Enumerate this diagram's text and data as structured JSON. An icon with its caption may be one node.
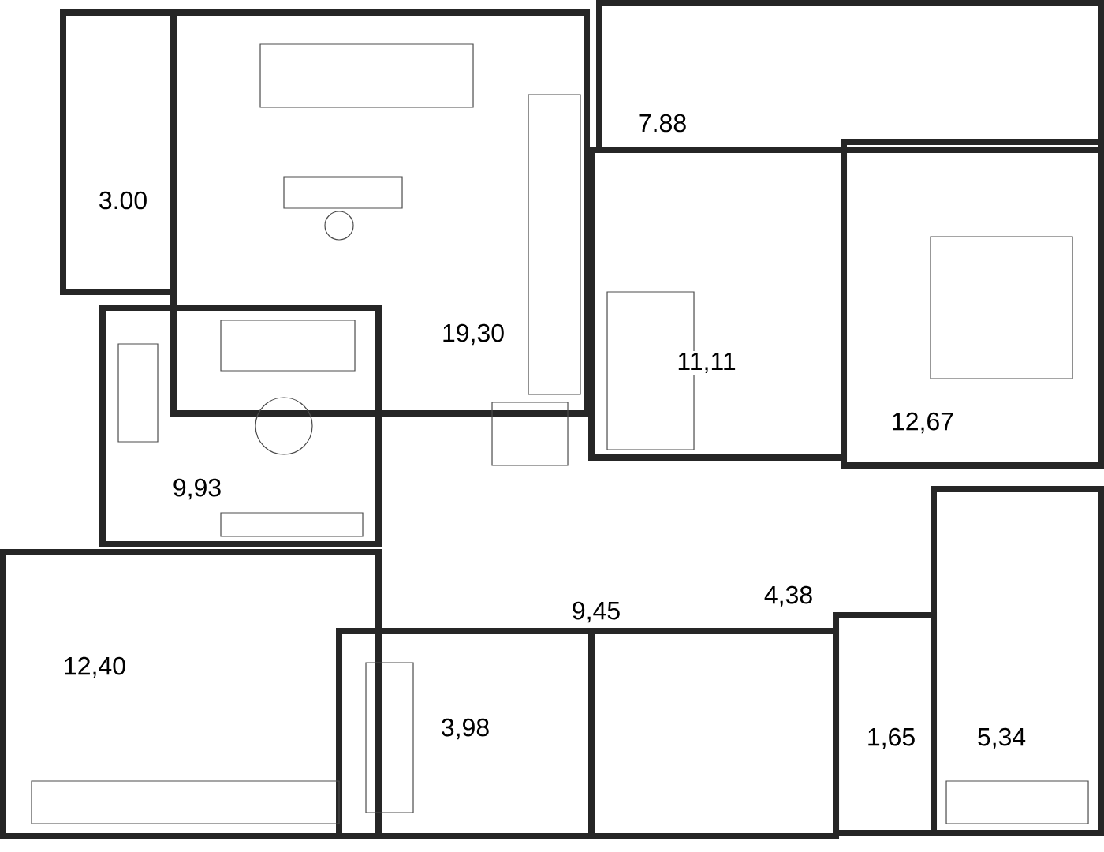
{
  "diagram": {
    "labels": [
      "3.00",
      "7.88",
      "19,30",
      "11,11",
      "12,67",
      "9,93",
      "9,45",
      "4,38",
      "12,40",
      "3,98",
      "1,65",
      "5,34"
    ]
  }
}
